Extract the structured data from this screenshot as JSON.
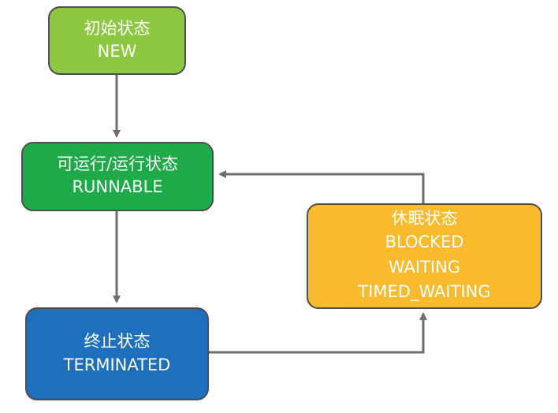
{
  "states": {
    "new": {
      "lines": [
        "初始状态",
        "NEW"
      ],
      "color": "#8dc63f"
    },
    "runnable": {
      "lines": [
        "可运行/运行状态",
        "RUNNABLE"
      ],
      "color": "#1faa4a"
    },
    "terminated": {
      "lines": [
        "终止状态",
        "TERMINATED"
      ],
      "color": "#1f6fbf"
    },
    "waiting": {
      "lines": [
        "休眠状态",
        "BLOCKED",
        "WAITING",
        "TIMED_WAITING"
      ],
      "color": "#f9bb2d"
    }
  },
  "edge_color": "#6e6e6e"
}
